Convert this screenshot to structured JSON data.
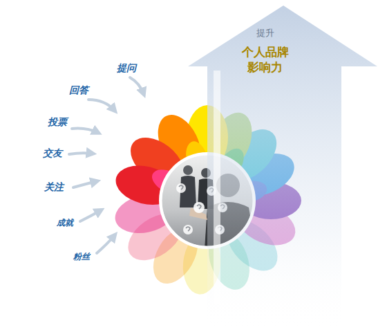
{
  "diagram": {
    "nodes": [
      {
        "text": [
          "提升",
          "个人品牌 影响力"
        ]
      }
    ],
    "labels": [
      "提问",
      "回答",
      "投票",
      "交友",
      "关注",
      "成就",
      "粉丝"
    ]
  }
}
